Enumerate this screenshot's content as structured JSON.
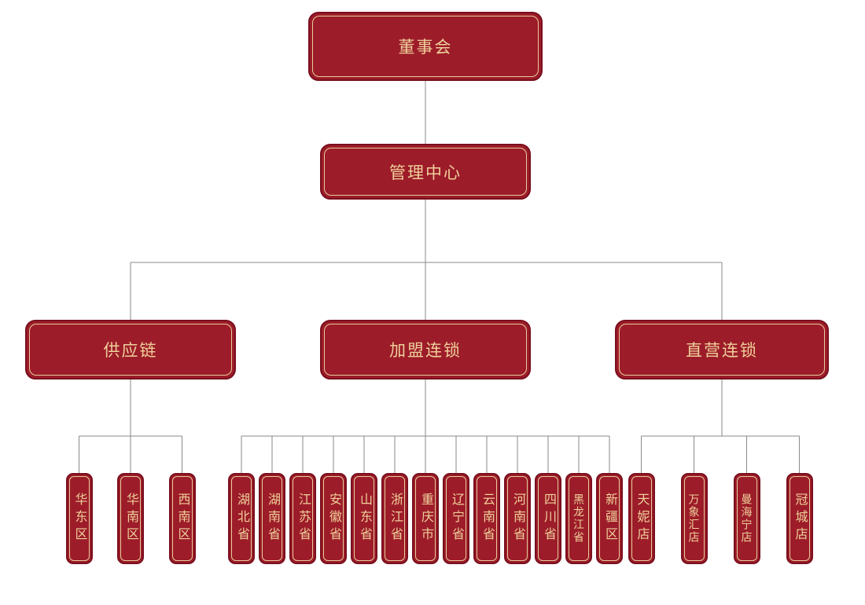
{
  "colors": {
    "box_fill": "#9d1c29",
    "box_edge": "#7a0f1e",
    "gold_inner_line": "#e5cc9d",
    "label_text": "#eed09b",
    "connector_line": "#8a8a8a",
    "background": "#ffffff"
  },
  "chart": {
    "root": {
      "label": "董事会"
    },
    "management": {
      "label": "管理中心"
    },
    "branches": [
      {
        "label": "供应链",
        "children": [
          {
            "label": "华东区"
          },
          {
            "label": "华南区"
          },
          {
            "label": "西南区"
          }
        ]
      },
      {
        "label": "加盟连锁",
        "children": [
          {
            "label": "湖北省"
          },
          {
            "label": "湖南省"
          },
          {
            "label": "江苏省"
          },
          {
            "label": "安徽省"
          },
          {
            "label": "山东省"
          },
          {
            "label": "浙江省"
          },
          {
            "label": "重庆市"
          },
          {
            "label": "辽宁省"
          },
          {
            "label": "云南省"
          },
          {
            "label": "河南省"
          },
          {
            "label": "四川省"
          },
          {
            "label": "黑龙江省"
          },
          {
            "label": "新疆区"
          }
        ]
      },
      {
        "label": "直营连锁",
        "children": [
          {
            "label": "天妮店"
          },
          {
            "label": "万象汇店"
          },
          {
            "label": "曼海宁店"
          },
          {
            "label": "冠城店"
          }
        ]
      }
    ]
  }
}
